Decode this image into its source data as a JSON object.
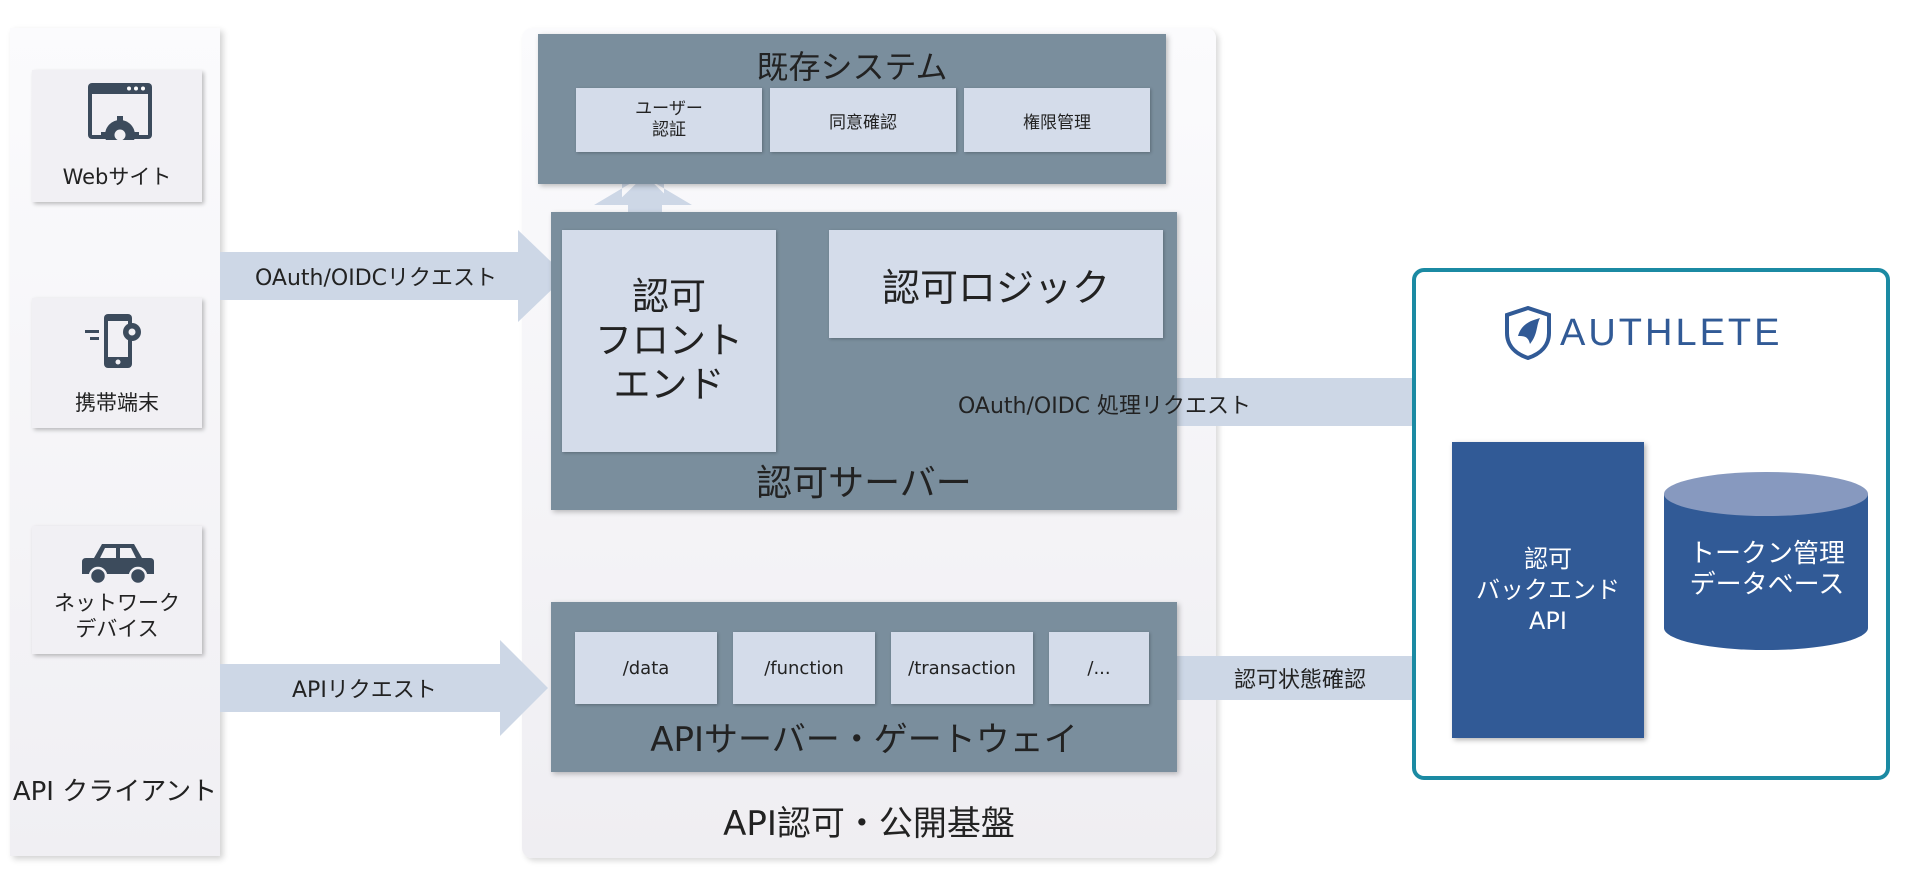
{
  "clients": {
    "title": "API クライアント",
    "items": [
      {
        "label": "Webサイト"
      },
      {
        "label": "携帯端末"
      },
      {
        "label": "ネットワーク\nデバイス"
      }
    ]
  },
  "platform": {
    "title": "API認可・公開基盤",
    "existing_system": {
      "title": "既存システム",
      "modules": [
        "ユーザー\n認証",
        "同意確認",
        "権限管理"
      ]
    },
    "authz_server": {
      "title": "認可サーバー",
      "frontend": "認可\nフロント\nエンド",
      "logic": "認可ロジック"
    },
    "api_gateway": {
      "title": "APIサーバー・ゲートウェイ",
      "endpoints": [
        "/data",
        "/function",
        "/transaction",
        "/..."
      ]
    }
  },
  "arrows": {
    "oauth_request": "OAuth/OIDCリクエスト",
    "api_request": "APIリクエスト",
    "processing_request": "OAuth/OIDC 処理リクエスト",
    "status_check": "認可状態確認"
  },
  "authlete": {
    "logo_text": "AUTHLETE",
    "backend_api": "認可\nバックエンド\nAPI",
    "token_db": "トークン管理\nデータベース"
  },
  "colors": {
    "slate": "#7a8e9d",
    "light_blue": "#d4dcea",
    "navy": "#315a96",
    "teal_border": "#1b8aa3",
    "arrow": "#cdd7e6"
  }
}
